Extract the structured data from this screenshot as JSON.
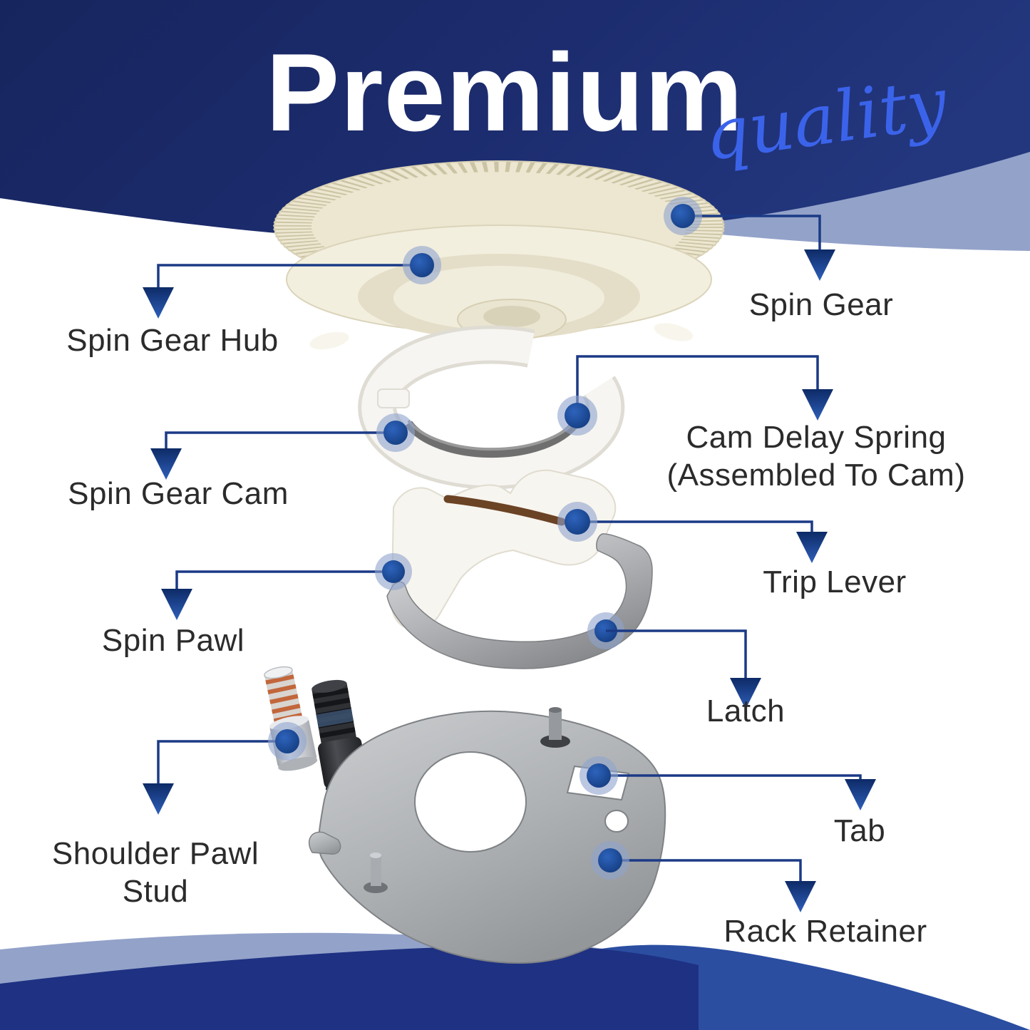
{
  "title": {
    "main": "Premium",
    "script": "quality"
  },
  "parts": {
    "spin_gear": {
      "label": "Spin Gear"
    },
    "spin_gear_hub": {
      "label": "Spin Gear Hub"
    },
    "spin_gear_cam": {
      "label": "Spin Gear Cam"
    },
    "cam_delay_spring": {
      "label_line1": "Cam Delay Spring",
      "label_line2": "(Assembled To Cam)"
    },
    "trip_lever": {
      "label": "Trip Lever"
    },
    "spin_pawl": {
      "label": "Spin Pawl"
    },
    "latch": {
      "label": "Latch"
    },
    "shoulder_pawl_stud": {
      "label_line1": "Shoulder Pawl",
      "label_line2": "Stud"
    },
    "tab": {
      "label": "Tab"
    },
    "rack_retainer": {
      "label": "Rack Retainer"
    }
  },
  "icons": {
    "callout_arrow": "down-triangle",
    "callout_dot": "filled-circle"
  },
  "colors": {
    "top_navy": "#1C2C6E",
    "script_blue": "#3B63EA",
    "periwinkle": "#93A2C9",
    "bottom_navy": "#1E3182",
    "bottom_blue": "#2B4EA1",
    "connector_navy": "#1B3A86",
    "dot_blue": "#1D4FA1",
    "label_text": "#2B2B2B",
    "gear_cream": "#EFEAD6",
    "metal_gray": "#B9BBBD",
    "title_white": "#FFFFFF"
  }
}
